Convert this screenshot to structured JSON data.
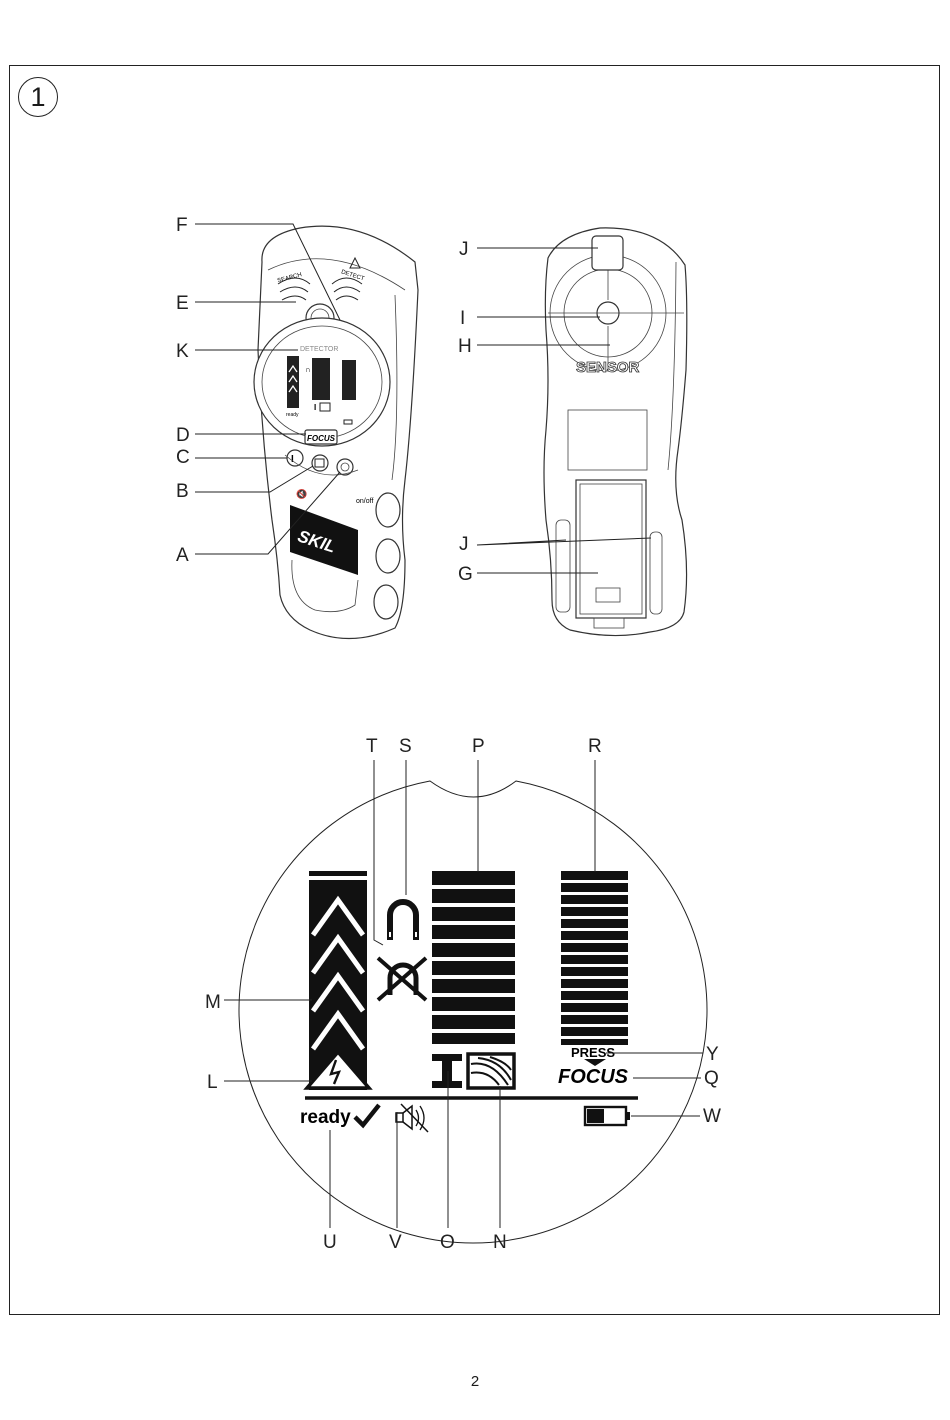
{
  "figure": {
    "number": "1",
    "page_number": "2"
  },
  "front_labels": [
    "F",
    "E",
    "K",
    "D",
    "C",
    "B",
    "A"
  ],
  "back_labels": [
    "J",
    "I",
    "H",
    "J",
    "G"
  ],
  "display_labels_top": [
    "T",
    "S",
    "P",
    "R"
  ],
  "display_labels_left": [
    "M",
    "L"
  ],
  "display_labels_right": [
    "Y",
    "Q",
    "W"
  ],
  "display_labels_bottom": [
    "U",
    "V",
    "O",
    "N"
  ],
  "device_text": {
    "search": "SEARCH",
    "detect": "DETECT",
    "detector": "DETECTOR",
    "focus": "FOCUS",
    "on_off": "on/off",
    "brand": "SKIL",
    "sensor": "SENSOR",
    "ready_small": "ready"
  },
  "display_text": {
    "ready": "ready",
    "press": "PRESS",
    "focus": "FOCUS"
  }
}
